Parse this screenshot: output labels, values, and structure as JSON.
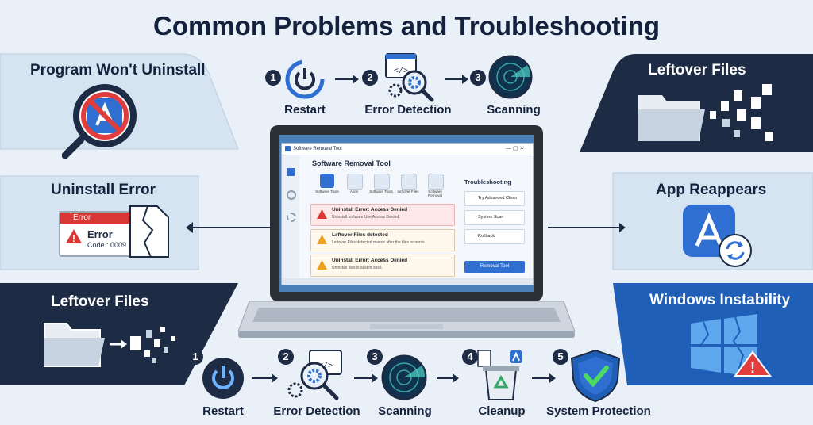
{
  "title": "Common Problems and Troubleshooting",
  "panels": {
    "top_left": "Program Won't Uninstall",
    "mid_left": "Uninstall Error",
    "bot_left": "Leftover Files",
    "top_right": "Leftover Files",
    "mid_right": "App Reappears",
    "bot_right": "Windows Instability"
  },
  "error_box": {
    "header": "Error",
    "label": "Error",
    "code": "Code : 0009"
  },
  "top_steps": [
    {
      "num": "1",
      "label": "Restart"
    },
    {
      "num": "2",
      "label": "Error Detection"
    },
    {
      "num": "3",
      "label": "Scanning"
    }
  ],
  "bottom_steps": [
    {
      "num": "1",
      "label": "Restart"
    },
    {
      "num": "2",
      "label": "Error Detection"
    },
    {
      "num": "3",
      "label": "Scanning"
    },
    {
      "num": "4",
      "label": "Cleanup"
    },
    {
      "num": "5",
      "label": "System Protection"
    }
  ],
  "app": {
    "window_title": "Software Removal Tool",
    "heading": "Software Removal Tool",
    "tabs": [
      "Software Tools",
      "Apps",
      "Software Tools",
      "Leftover Files",
      "Software Removal"
    ],
    "rows": [
      {
        "title": "Uninstall Error: Access Denied",
        "sub": "Uninstall software Use Access Denied."
      },
      {
        "title": "Leftover Files detected",
        "sub": "Leftover Files detected mance after the files renrents."
      },
      {
        "title": "Uninstall Error: Access Denied",
        "sub": "Uninstall files is assent sose."
      }
    ],
    "troubleshooting": "Troubleshooting",
    "side_buttons": [
      "Try Advanced Clean",
      "System Scan",
      "Rollback"
    ],
    "primary_button": "Removal Tool"
  },
  "colors": {
    "dark_panel": "#1d2b44",
    "light_panel": "#d6e3f0",
    "blue_panel": "#1f5fb8",
    "accent": "#2f6fd1"
  }
}
